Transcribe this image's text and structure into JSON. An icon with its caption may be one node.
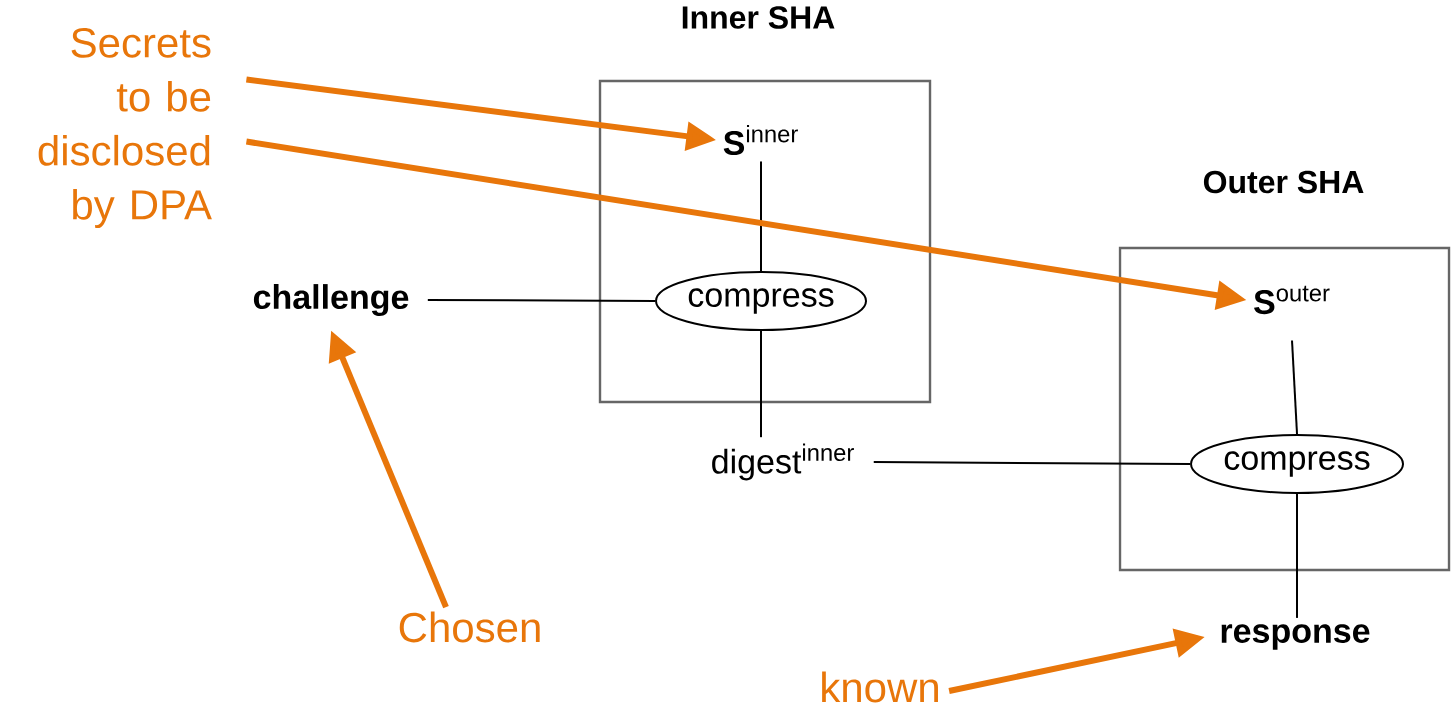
{
  "diagram": {
    "nodes": [
      {
        "text": [
          "Inner SHA"
        ]
      },
      {
        "text": [
          "**S**$^{inner}$"
        ],
        "in": 0
      },
      {
        "text": [
          "compress"
        ],
        "in": 0
      },
      {
        "text": [
          "Outer SHA"
        ]
      },
      {
        "text": [
          "**S**$^{outer}$"
        ],
        "in": 3
      },
      {
        "text": [
          "compress"
        ],
        "in": 3
      },
      {
        "text": [
          "challenge"
        ]
      },
      {
        "text": [
          "digest$^{inner}$"
        ]
      },
      {
        "text": [
          "response"
        ]
      },
      {
        "text": [
          "Secrets to be disclosed by DPA"
        ]
      },
      {
        "text": [
          "Chosen"
        ]
      },
      {
        "text": [
          "known"
        ]
      }
    ],
    "edges": [
      {
        "from": 1,
        "to": 2,
        "arrow": "none"
      },
      {
        "from": 6,
        "to": 2,
        "arrow": "none"
      },
      {
        "from": 2,
        "to": 7,
        "arrow": "none"
      },
      {
        "from": 4,
        "to": 5,
        "arrow": "none"
      },
      {
        "from": 7,
        "to": 5,
        "arrow": "none"
      },
      {
        "from": 5,
        "to": 8,
        "arrow": "none"
      },
      {
        "from": 9,
        "to": 1,
        "arrow": "to",
        "style": "thick",
        "color": "#e8760a"
      },
      {
        "from": 9,
        "to": 4,
        "arrow": "to",
        "style": "thick",
        "color": "#e8760a"
      },
      {
        "from": 10,
        "to": 6,
        "arrow": "to",
        "style": "thick",
        "color": "#e8760a"
      },
      {
        "from": 11,
        "to": 8,
        "arrow": "to",
        "style": "thick",
        "color": "#e8760a"
      }
    ]
  }
}
